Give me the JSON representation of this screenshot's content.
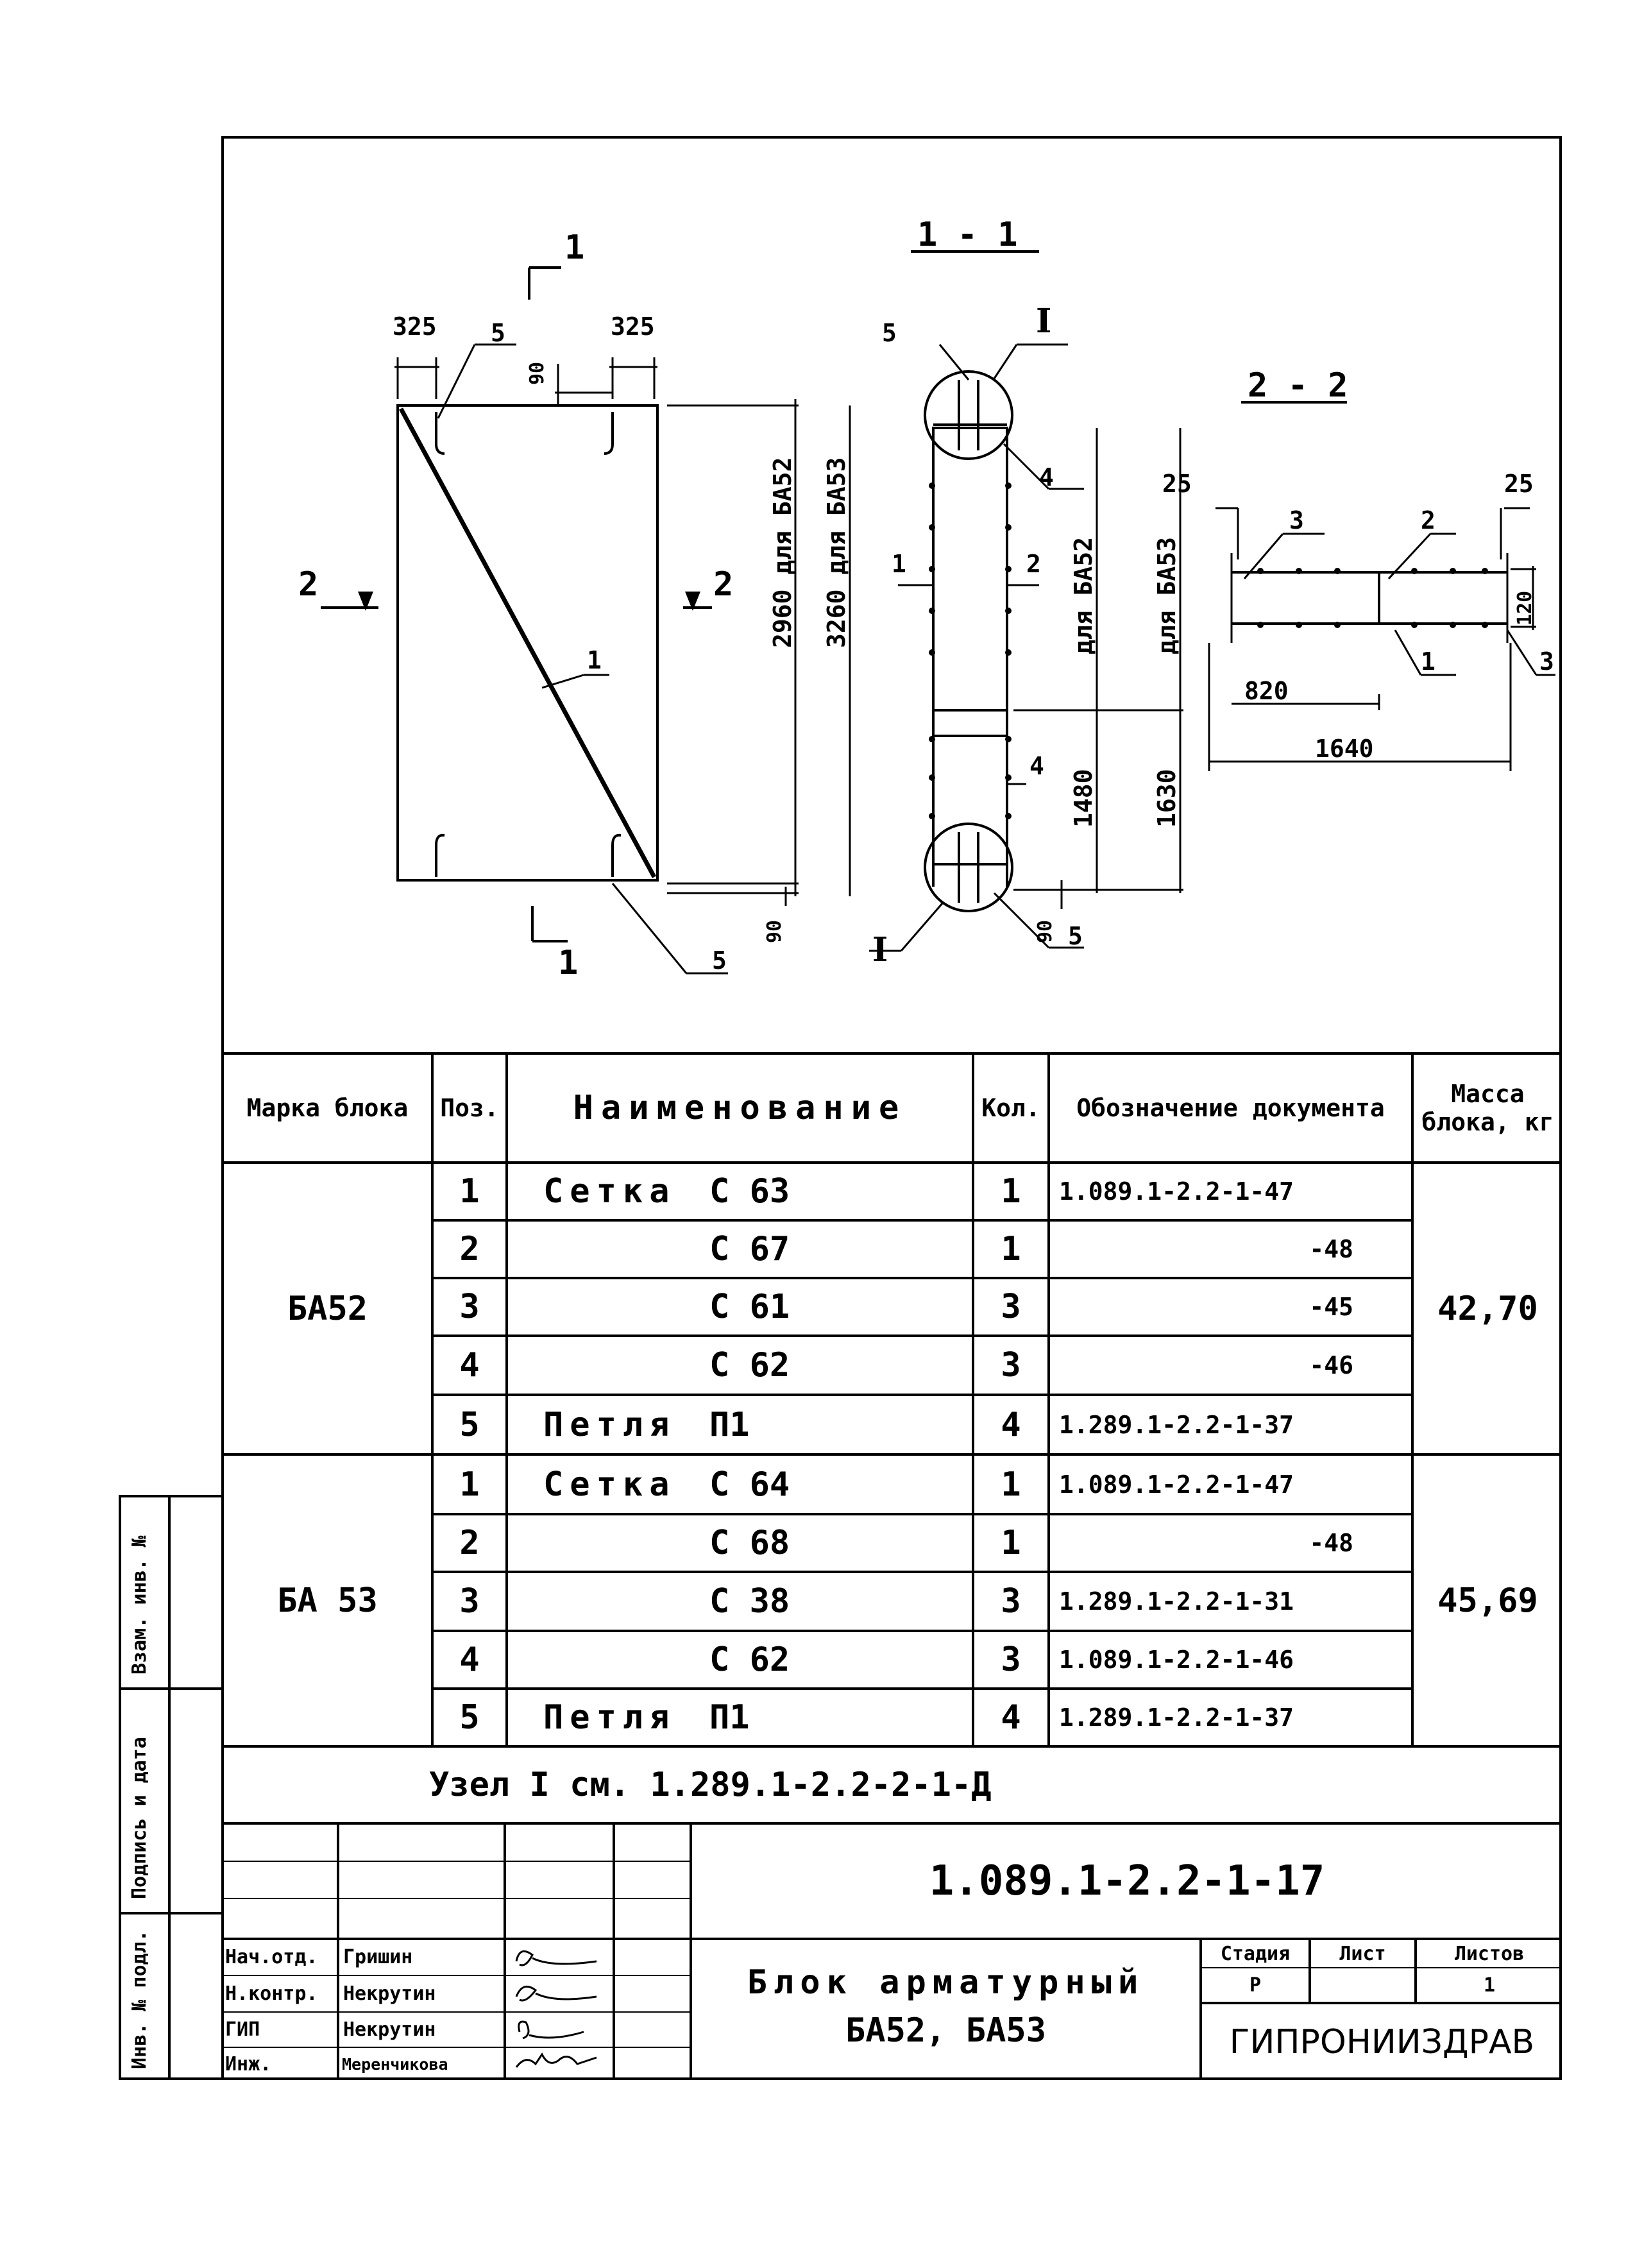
{
  "drawing": {
    "dims": {
      "d325_left": "325",
      "d325_right": "325",
      "d90_top": "90",
      "d2960": "2960 для БА52",
      "d3260": "3260 для БА53",
      "d90_bottom": "90",
      "d1480": "1480",
      "d1630": "1630",
      "d90_section": "90",
      "d25_left": "25",
      "d25_right": "25",
      "d120": "120",
      "d820": "820",
      "d1640": "1640",
      "dla_ba52": "для БА52",
      "dla_ba53": "для БА53"
    },
    "labels": {
      "sec1_top": "1",
      "sec1_bottom": "1",
      "sec2_left": "2",
      "sec2_right": "2",
      "pos5_top": "5",
      "pos5_bottom": "5",
      "pos1_diag": "1",
      "section_1_1": "1 - 1",
      "section_2_2": "2 - 2",
      "node_I_top": "I",
      "node_I_bottom": "I",
      "s_pos5_top": "5",
      "s_pos4_top": "4",
      "s_pos1": "1",
      "s_pos2": "2",
      "s_pos4_bottom": "4",
      "s_pos5_bottom": "5",
      "p22_pos3_left": "3",
      "p22_pos2": "2",
      "p22_pos1": "1",
      "p22_pos3_right": "3"
    }
  },
  "table": {
    "headers": {
      "mark": "Марка блока",
      "pos": "Поз.",
      "name": "Наименование",
      "qty": "Кол.",
      "doc": "Обозначение документа",
      "mass": "Масса блока, кг"
    },
    "groups": [
      {
        "mark": "БА52",
        "mass": "42,70",
        "rows": [
          {
            "pos": "1",
            "name": "Сетка",
            "code": "С 63",
            "qty": "1",
            "doc": "1.089.1-2.2-1-47"
          },
          {
            "pos": "2",
            "name": "",
            "code": "С 67",
            "qty": "1",
            "doc": "-48"
          },
          {
            "pos": "3",
            "name": "",
            "code": "С 61",
            "qty": "3",
            "doc": "-45"
          },
          {
            "pos": "4",
            "name": "",
            "code": "С 62",
            "qty": "3",
            "doc": "-46"
          },
          {
            "pos": "5",
            "name": "Петля",
            "code": "П1",
            "qty": "4",
            "doc": "1.289.1-2.2-1-37"
          }
        ]
      },
      {
        "mark": "БА 53",
        "mass": "45,69",
        "rows": [
          {
            "pos": "1",
            "name": "Сетка",
            "code": "С 64",
            "qty": "1",
            "doc": "1.089.1-2.2-1-47"
          },
          {
            "pos": "2",
            "name": "",
            "code": "С 68",
            "qty": "1",
            "doc": "-48"
          },
          {
            "pos": "3",
            "name": "",
            "code": "С 38",
            "qty": "3",
            "doc": "1.289.1-2.2-1-31"
          },
          {
            "pos": "4",
            "name": "",
            "code": "С 62",
            "qty": "3",
            "doc": "1.089.1-2.2-1-46"
          },
          {
            "pos": "5",
            "name": "Петля",
            "code": "П1",
            "qty": "4",
            "doc": "1.289.1-2.2-1-37"
          }
        ]
      }
    ],
    "note": "Узел I см. 1.289.1-2.2-2-1-Д"
  },
  "stamp": {
    "code": "1.089.1-2.2-1-17",
    "title_line1": "Блок арматурный",
    "title_line2": "БА52, БА53",
    "stage_header": "Стадия",
    "sheet_header": "Лист",
    "sheets_header": "Листов",
    "stage": "Р",
    "sheet": "",
    "sheets": "1",
    "org": "ГИПРОНИИЗДРАВ",
    "people": [
      {
        "role": "Нач.отд.",
        "name": "Гришин"
      },
      {
        "role": "Н.контр.",
        "name": "Некрутин"
      },
      {
        "role": "ГИП",
        "name": "Некрутин"
      },
      {
        "role": "Инж.",
        "name": "Меренчикова"
      }
    ]
  },
  "side": {
    "inv_podl": "Инв. № подл.",
    "podpis": "Подпись и дата",
    "vzam": "Взам. инв. №"
  }
}
